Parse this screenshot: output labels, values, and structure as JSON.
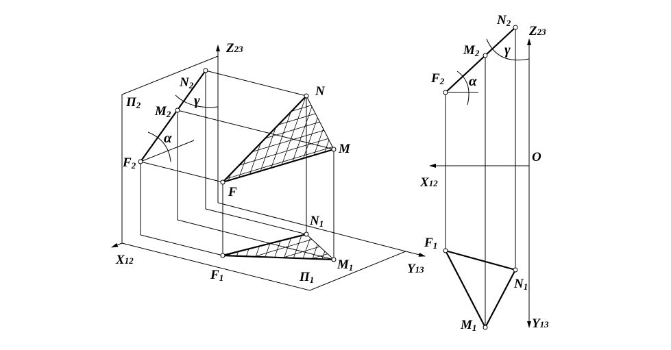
{
  "left_view": {
    "plane_frontal": "П",
    "plane_frontal_sub": "2",
    "plane_horizontal": "П",
    "plane_horizontal_sub": "1",
    "axis_x": "X",
    "axis_x_sub": "12",
    "axis_y": "Y",
    "axis_y_sub": "13",
    "axis_z": "Z",
    "axis_z_sub": "23",
    "point_N": "N",
    "point_M": "M",
    "point_F": "F",
    "point_N2": "N",
    "point_N2_sub": "2",
    "point_M2": "M",
    "point_M2_sub": "2",
    "point_F2": "F",
    "point_F2_sub": "2",
    "point_N1": "N",
    "point_N1_sub": "1",
    "point_M1": "M",
    "point_M1_sub": "1",
    "point_F1": "F",
    "point_F1_sub": "1",
    "angle_alpha": "α",
    "angle_gamma": "γ"
  },
  "right_view": {
    "axis_z": "Z",
    "axis_z_sub": "23",
    "axis_x": "X",
    "axis_x_sub": "12",
    "axis_y": "Y",
    "axis_y_sub": "13",
    "origin": "O",
    "point_N2": "N",
    "point_N2_sub": "2",
    "point_M2": "M",
    "point_M2_sub": "2",
    "point_F2": "F",
    "point_F2_sub": "2",
    "point_F1": "F",
    "point_F1_sub": "1",
    "point_N1": "N",
    "point_N1_sub": "1",
    "point_M1": "M",
    "point_M1_sub": "1",
    "angle_alpha": "α",
    "angle_gamma": "γ"
  }
}
